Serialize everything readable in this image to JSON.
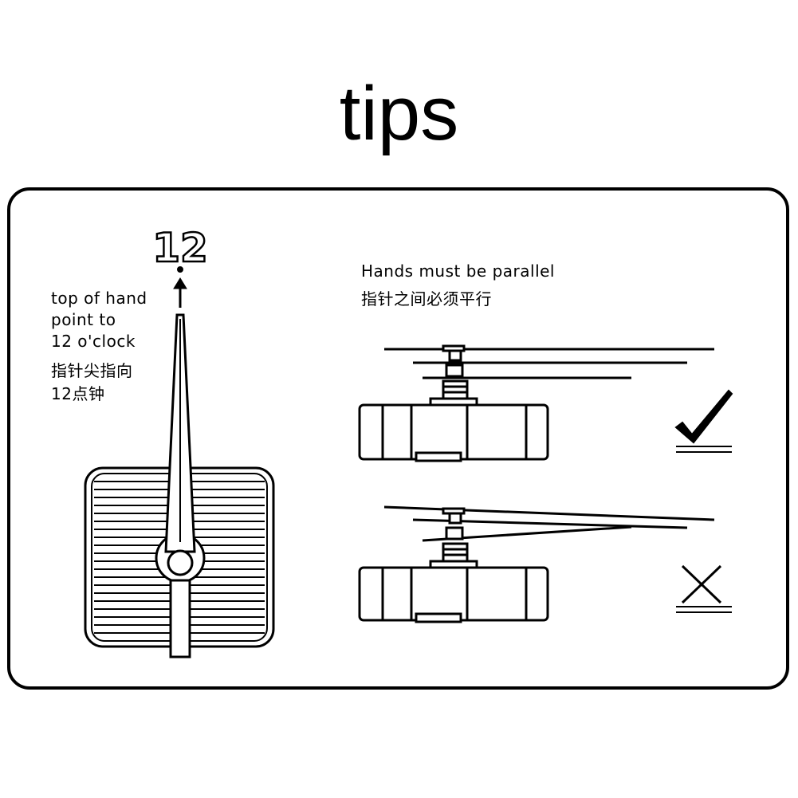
{
  "title": "tips",
  "left_panel": {
    "hour_number": "12",
    "instruction_en": [
      "top of hand",
      "point to",
      "12 o'clock"
    ],
    "instruction_zh": [
      "指针尖指向",
      "12点钟"
    ]
  },
  "right_panel": {
    "heading_en": "Hands must be parallel",
    "heading_zh": "指针之间必须平行"
  },
  "icons": {
    "correct": "checkmark-icon",
    "wrong": "cross-icon"
  }
}
